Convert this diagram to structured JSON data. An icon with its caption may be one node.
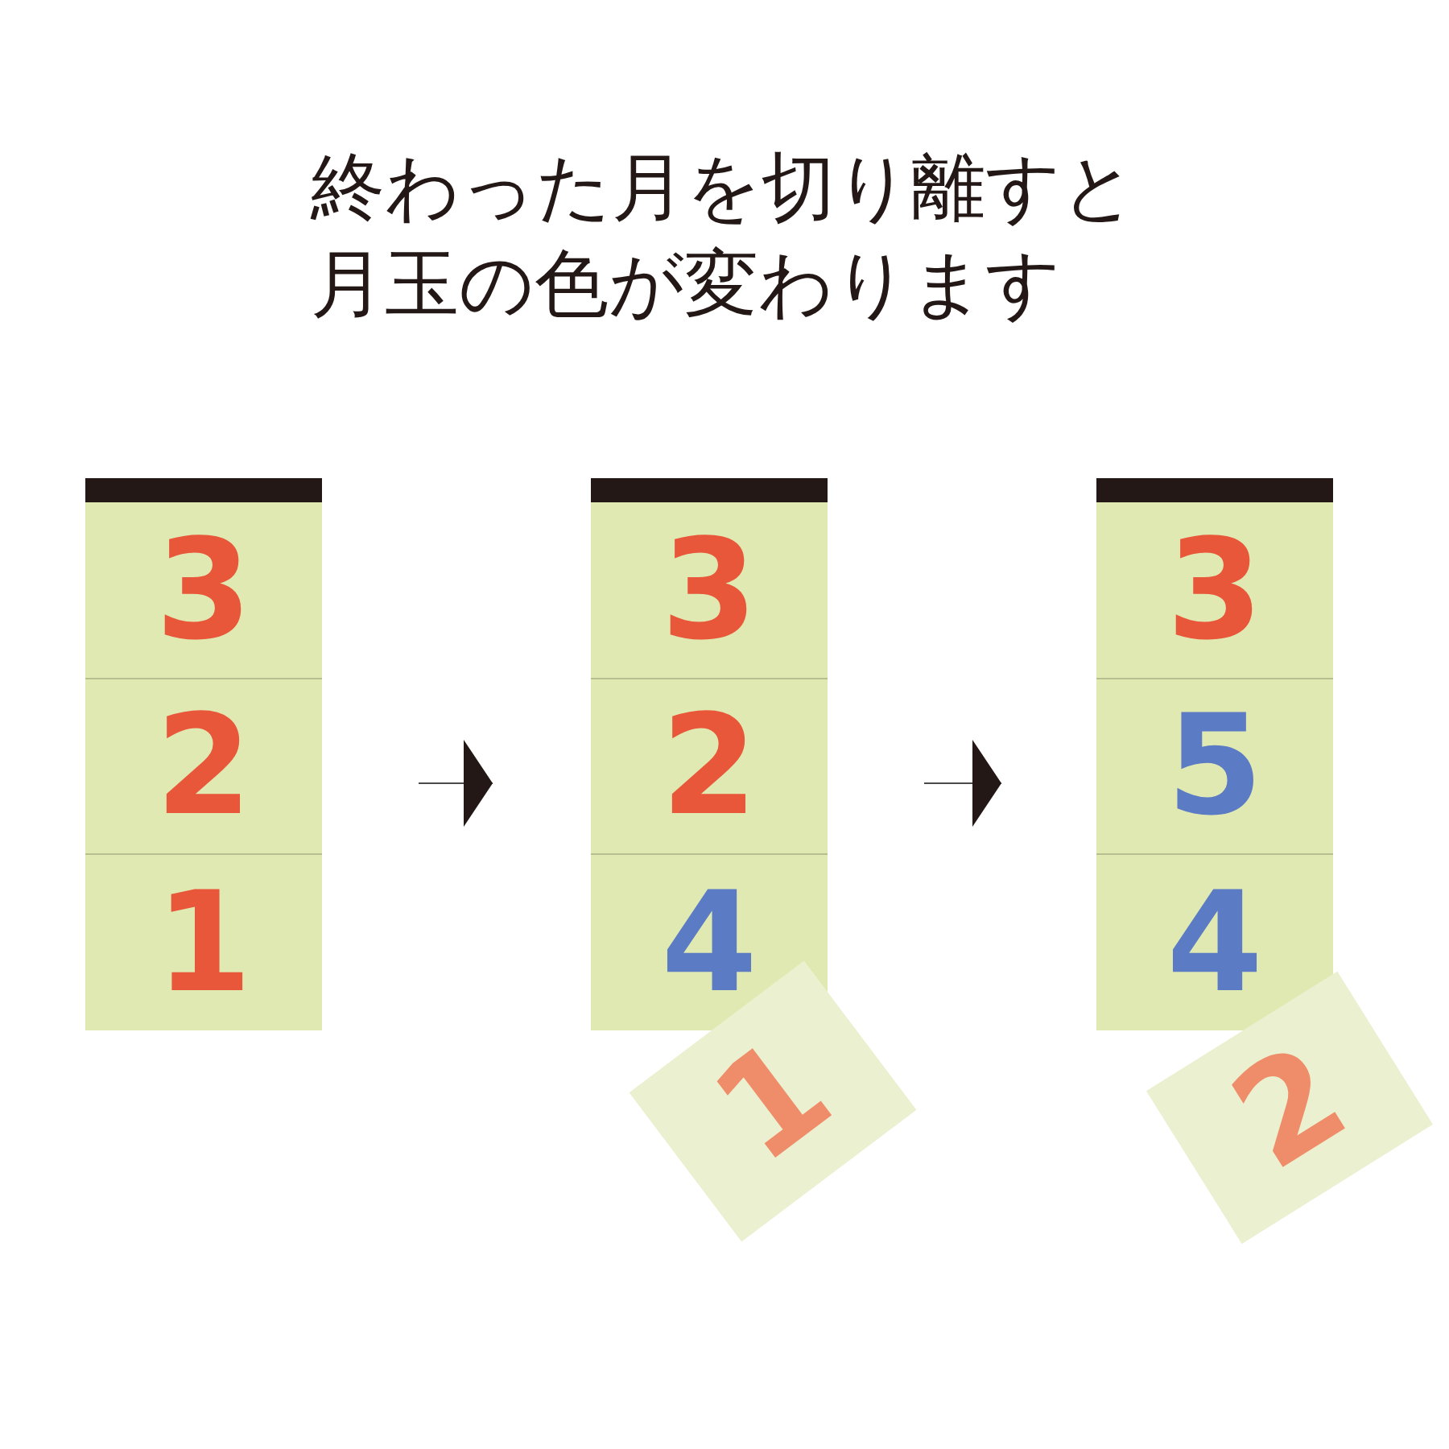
{
  "diagram": {
    "title": "終わった月を切り離すと月玉の色が変わります",
    "nodes": [
      {
        "text": [],
        "shape": "box"
      },
      {
        "text": [
          "3"
        ],
        "in": 0
      },
      {
        "text": [
          "2"
        ],
        "in": 0
      },
      {
        "text": [
          "1"
        ],
        "in": 0
      },
      {
        "text": [],
        "shape": "box"
      },
      {
        "text": [
          "3"
        ],
        "in": 4
      },
      {
        "text": [
          "2"
        ],
        "in": 4
      },
      {
        "text": [
          "4"
        ],
        "in": 4
      },
      {
        "text": [
          "1"
        ]
      },
      {
        "text": [],
        "shape": "box"
      },
      {
        "text": [
          "3"
        ],
        "in": 9
      },
      {
        "text": [
          "5"
        ],
        "in": 9
      },
      {
        "text": [
          "4"
        ],
        "in": 9
      },
      {
        "text": [
          "2"
        ]
      }
    ],
    "edges": [
      {
        "from": 0,
        "to": 4,
        "arrow": "to"
      },
      {
        "from": 4,
        "to": 9,
        "arrow": "to"
      }
    ]
  }
}
